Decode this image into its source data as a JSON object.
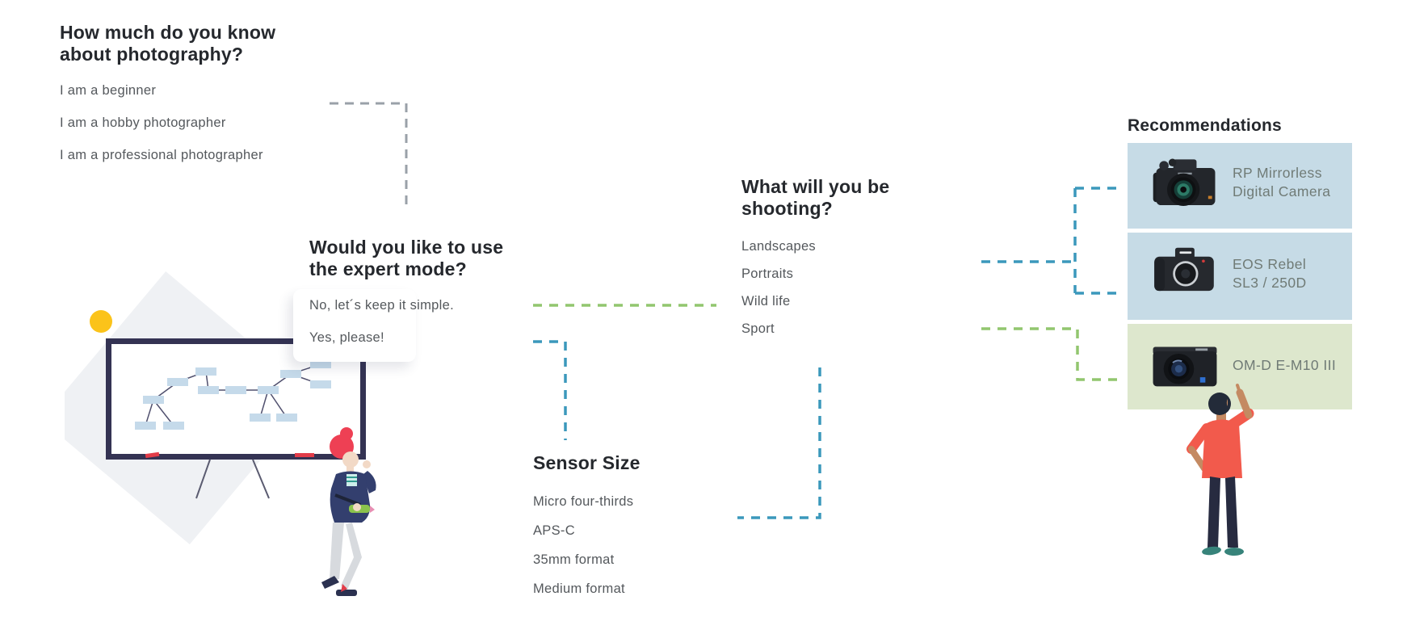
{
  "questions": {
    "knowledge": {
      "title": "How much do you know about photography?",
      "options": [
        "I am a beginner",
        "I am a hobby photographer",
        "I am a professional photographer"
      ]
    },
    "expert_mode": {
      "title": "Would you like to use the expert mode?",
      "options": [
        "No, let´s keep it simple.",
        "Yes, please!"
      ]
    },
    "shooting": {
      "title": "What will you be shooting?",
      "options": [
        "Landscapes",
        "Portraits",
        "Wild life",
        "Sport"
      ]
    },
    "sensor_size": {
      "title": "Sensor Size",
      "options": [
        "Micro four-thirds",
        "APS-C",
        "35mm format",
        "Medium format"
      ]
    }
  },
  "recommendations": {
    "title": "Recommendations",
    "items": [
      {
        "line1": "RP Mirrorless",
        "line2": "Digital Camera",
        "image": "bridge-camera-photo",
        "card_color": "#c6dbe6"
      },
      {
        "line1": "EOS Rebel",
        "line2": "SL3 / 250D",
        "image": "dslr-camera-body-photo",
        "card_color": "#c6dbe6"
      },
      {
        "line1": "OM-D E-M10 III",
        "line2": "",
        "image": "compact-camera-photo",
        "card_color": "#dde7cd"
      }
    ]
  },
  "connectors": [
    {
      "name": "knowledge-to-expert-mode",
      "color": "#9aa1a8",
      "style": "dashed"
    },
    {
      "name": "keep-it-simple-to-shooting",
      "color": "#92c66f",
      "style": "dashed"
    },
    {
      "name": "expert-mode-to-sensor-size",
      "color": "#3b98bc",
      "style": "dashed"
    },
    {
      "name": "shooting-to-sensor-size",
      "color": "#3b98bc",
      "style": "dashed"
    },
    {
      "name": "shooting-to-recommendation-cards",
      "color": "#3b98bc",
      "style": "dashed"
    },
    {
      "name": "sensor-size-to-recommendation-card",
      "color": "#92c66f",
      "style": "dashed"
    }
  ],
  "colors": {
    "heading_text": "#25282d",
    "option_text": "#54585c",
    "card_label_text": "#707b76",
    "card_blue": "#c6dbe6",
    "card_green": "#dde7cd",
    "connector_gray": "#9aa1a8",
    "connector_teal": "#3b98bc",
    "connector_green": "#92c66f",
    "accent_yellow": "#fbc31a",
    "accent_red": "#ee4054",
    "illustration_navy": "#343353"
  },
  "illustrations": [
    "whiteboard-decision-tree",
    "red-haired-presenter",
    "man-pointing-at-recommendations"
  ]
}
